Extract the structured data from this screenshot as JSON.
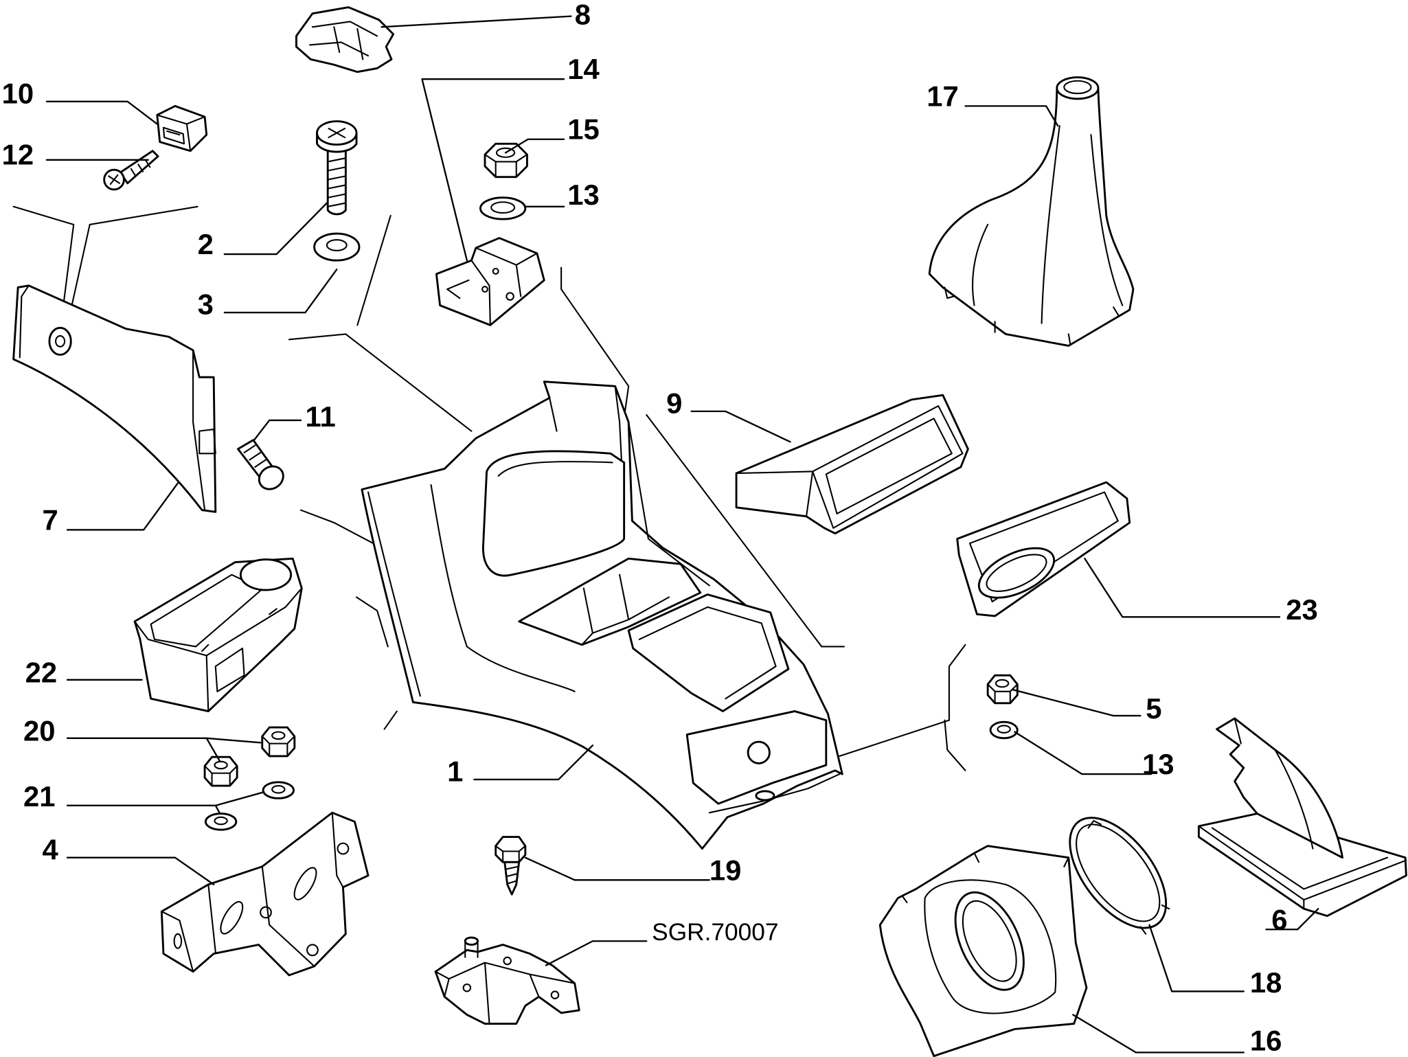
{
  "callouts": [
    "8",
    "14",
    "10",
    "12",
    "15",
    "13",
    "17",
    "2",
    "3",
    "11",
    "9",
    "7",
    "23",
    "22",
    "5",
    "20",
    "13",
    "1",
    "21",
    "4",
    "19",
    "6",
    "SGR.70007",
    "18",
    "16"
  ],
  "colors": {
    "line": "#000000",
    "background": "#ffffff"
  }
}
